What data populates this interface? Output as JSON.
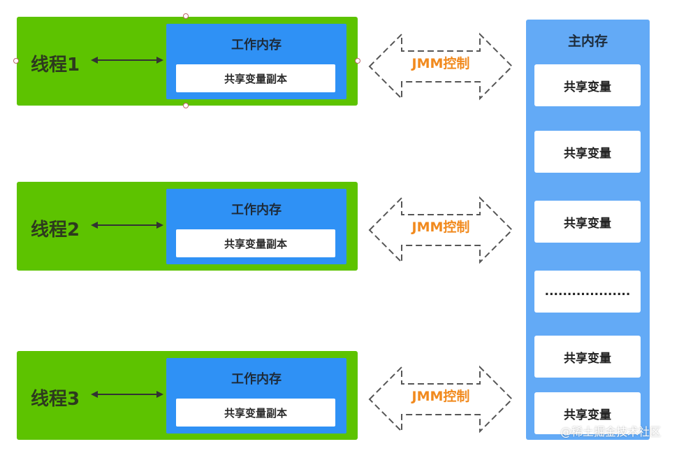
{
  "colors": {
    "thread_green": "#5dc300",
    "working_memory_blue": "#2f91f5",
    "main_memory_blue": "#63aaf6",
    "jmm_orange": "#f18a1e"
  },
  "threads": [
    {
      "label": "线程1",
      "working_memory": "工作内存",
      "copy": "共享变量副本"
    },
    {
      "label": "线程2",
      "working_memory": "工作内存",
      "copy": "共享变量副本"
    },
    {
      "label": "线程3",
      "working_memory": "工作内存",
      "copy": "共享变量副本"
    }
  ],
  "jmm": [
    "JMM控制",
    "JMM控制",
    "JMM控制"
  ],
  "main_memory": {
    "title": "主内存",
    "items": [
      "共享变量",
      "共享变量",
      "共享变量",
      "...................",
      "共享变量",
      "共享变量"
    ]
  },
  "watermark": "@稀土掘金技术社区"
}
